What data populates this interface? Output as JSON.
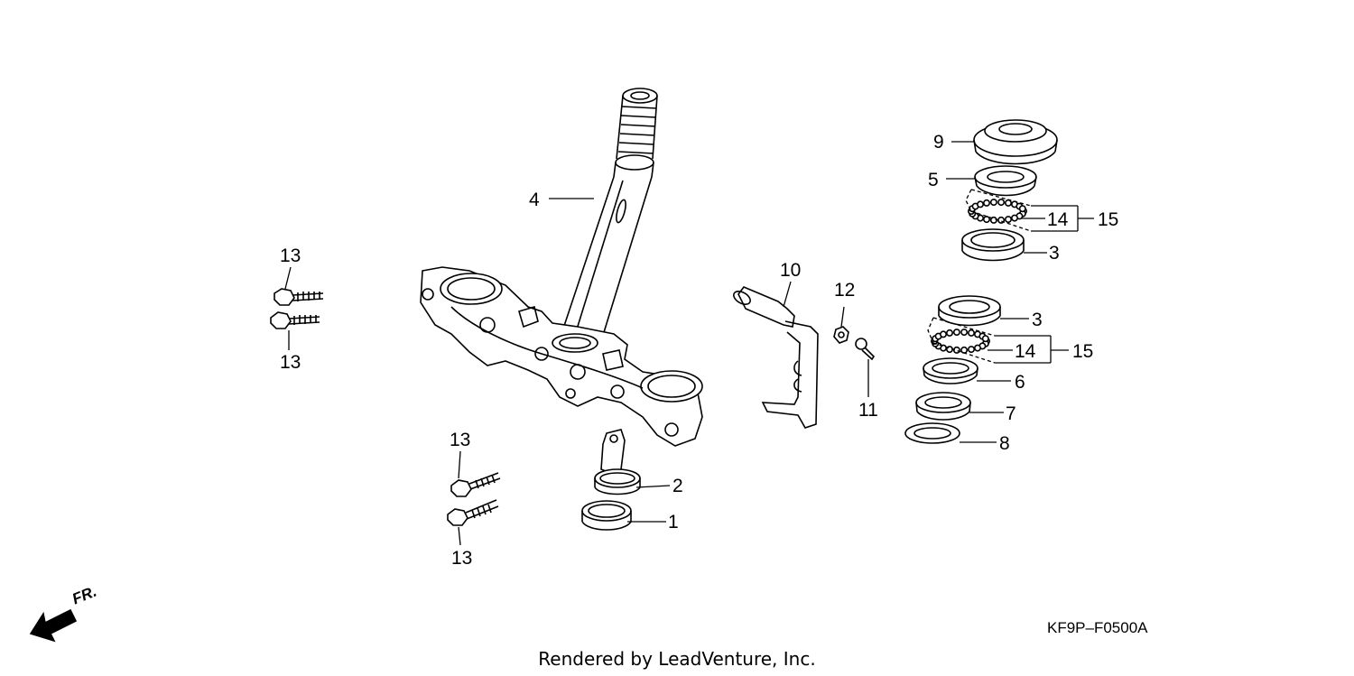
{
  "callouts": [
    {
      "id": "c1",
      "text": "1"
    },
    {
      "id": "c2",
      "text": "2"
    },
    {
      "id": "c3a",
      "text": "3"
    },
    {
      "id": "c3b",
      "text": "3"
    },
    {
      "id": "c4",
      "text": "4"
    },
    {
      "id": "c5",
      "text": "5"
    },
    {
      "id": "c6",
      "text": "6"
    },
    {
      "id": "c7",
      "text": "7"
    },
    {
      "id": "c8",
      "text": "8"
    },
    {
      "id": "c9",
      "text": "9"
    },
    {
      "id": "c10",
      "text": "10"
    },
    {
      "id": "c11",
      "text": "11"
    },
    {
      "id": "c12",
      "text": "12"
    },
    {
      "id": "c13a",
      "text": "13"
    },
    {
      "id": "c13b",
      "text": "13"
    },
    {
      "id": "c13c",
      "text": "13"
    },
    {
      "id": "c13d",
      "text": "13"
    },
    {
      "id": "c14a",
      "text": "14"
    },
    {
      "id": "c14b",
      "text": "14"
    },
    {
      "id": "c15a",
      "text": "15"
    },
    {
      "id": "c15b",
      "text": "15"
    }
  ],
  "direction_label": "FR.",
  "diagram_code": "KF9P–F0500A",
  "credit": "Rendered by LeadVenture, Inc.",
  "colors": {
    "line": "#000000",
    "background": "#ffffff"
  }
}
